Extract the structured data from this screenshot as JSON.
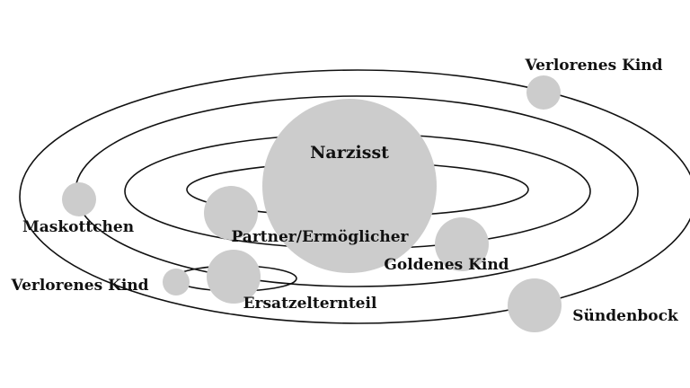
{
  "colors": {
    "body_fill": "#cccccc",
    "orbit_stroke": "#111111",
    "text": "#111111",
    "background": "#ffffff"
  },
  "bodies": {
    "center": {
      "label": "Narzisst"
    },
    "partner": {
      "label": "Partner/Ermöglicher"
    },
    "golden_child": {
      "label": "Goldenes Kind"
    },
    "mascot": {
      "label": "Maskottchen"
    },
    "lost_child_top": {
      "label": "Verlorenes Kind"
    },
    "lost_child_left": {
      "label": "Verlorenes Kind"
    },
    "surrogate_parent": {
      "label": "Ersatzelternteil"
    },
    "scapegoat": {
      "label": "Sündenbock"
    }
  }
}
